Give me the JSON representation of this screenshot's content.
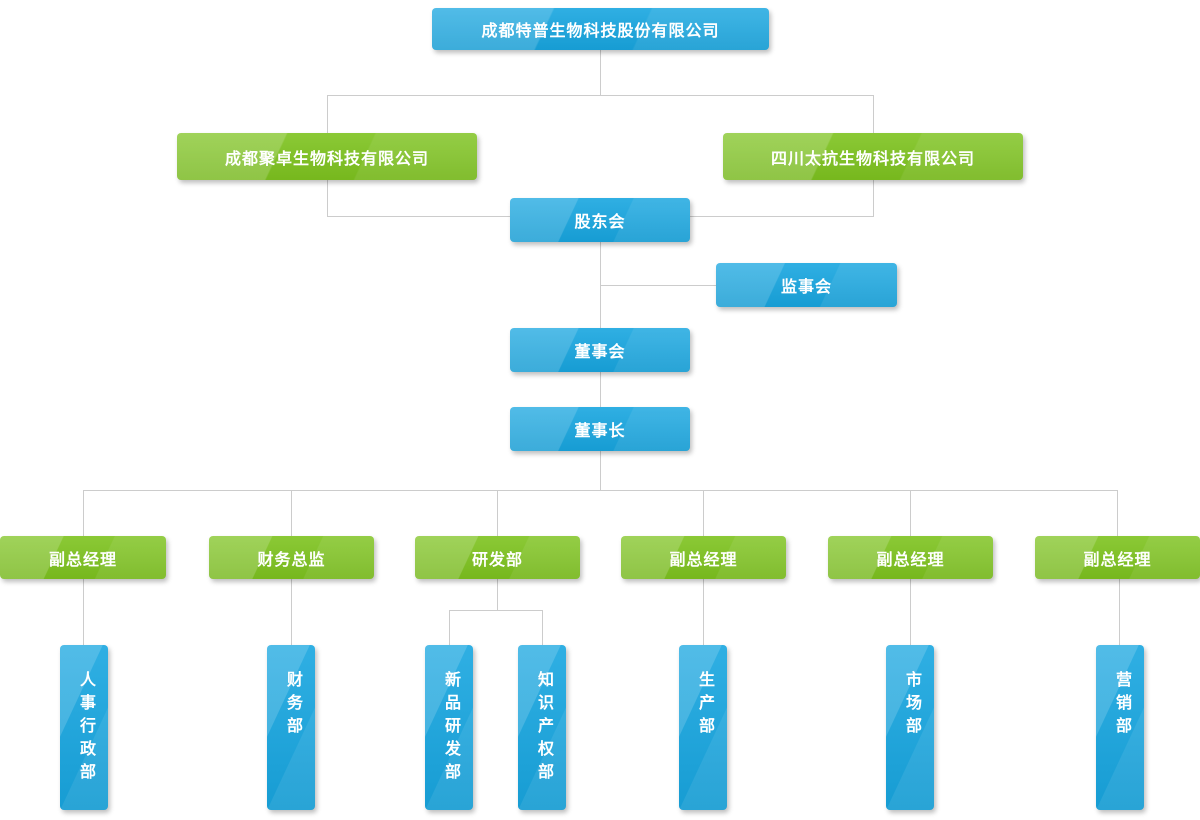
{
  "org_chart": {
    "root": {
      "label": "成都特普生物科技股份有限公司"
    },
    "subsidiaries": [
      {
        "label": "成都聚卓生物科技有限公司"
      },
      {
        "label": "四川太抗生物科技有限公司"
      }
    ],
    "governance": {
      "shareholders_meeting": {
        "label": "股东会"
      },
      "supervisory_board": {
        "label": "监事会"
      },
      "board_of_directors": {
        "label": "董事会"
      },
      "chairman": {
        "label": "董事长"
      }
    },
    "management": [
      {
        "label": "副总经理"
      },
      {
        "label": "财务总监"
      },
      {
        "label": "研发部"
      },
      {
        "label": "副总经理"
      },
      {
        "label": "副总经理"
      },
      {
        "label": "副总经理"
      }
    ],
    "departments": [
      {
        "label": "人事行政部"
      },
      {
        "label": "财务部"
      },
      {
        "label": "新品研发部"
      },
      {
        "label": "知识产权部"
      },
      {
        "label": "生产部"
      },
      {
        "label": "市场部"
      },
      {
        "label": "营销部"
      }
    ]
  },
  "colors": {
    "node_blue": "#18a6e0",
    "node_green": "#7ec31f",
    "connector_line": "#cccccc",
    "text": "#ffffff",
    "background": "#ffffff"
  }
}
